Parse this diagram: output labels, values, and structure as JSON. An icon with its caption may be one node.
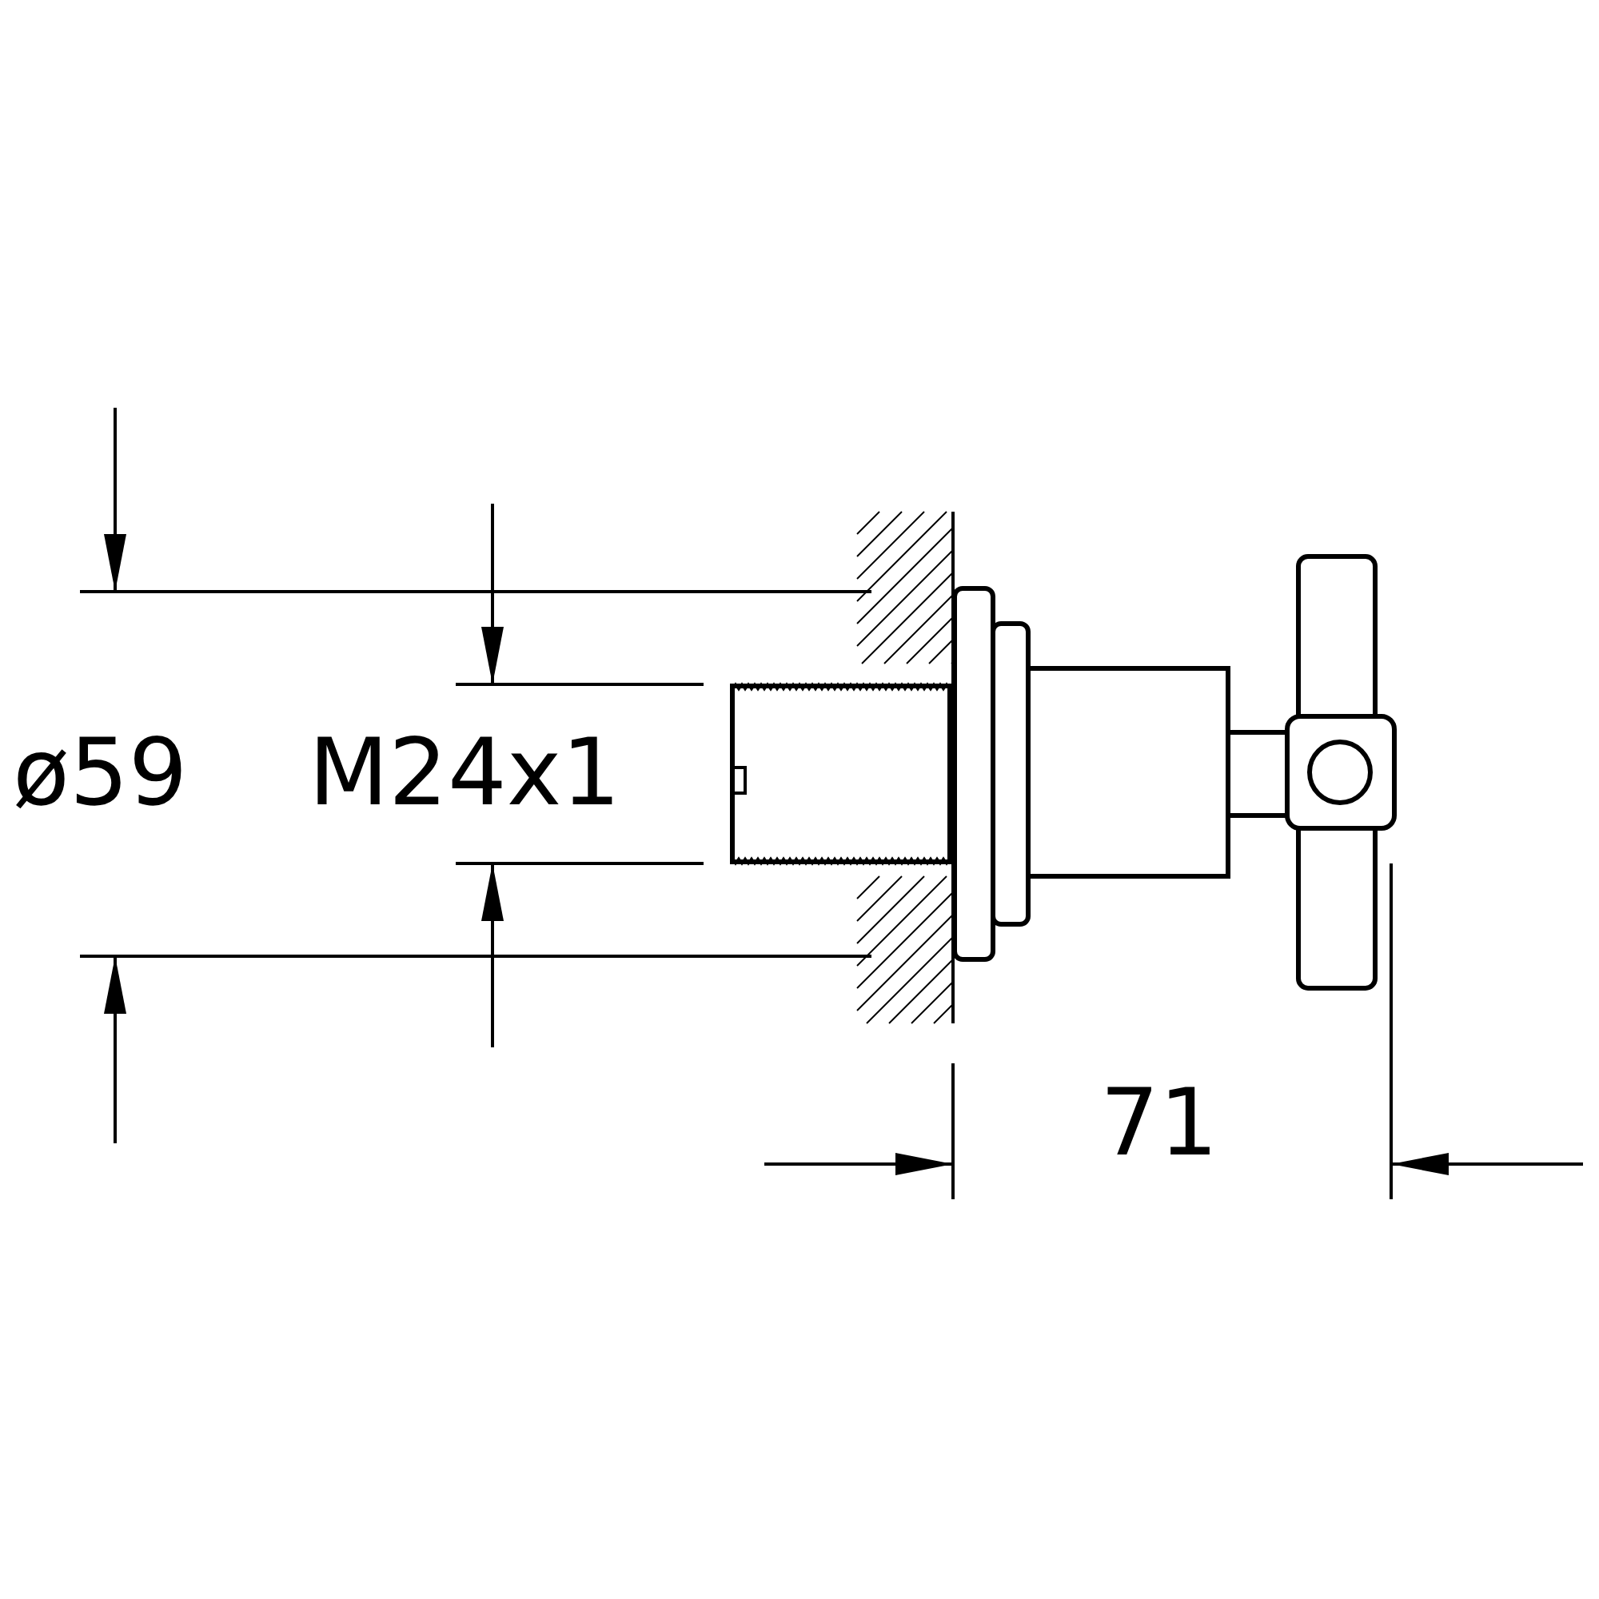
{
  "diagram": {
    "labels": [
      "ø59",
      "M24x1",
      "71"
    ]
  }
}
